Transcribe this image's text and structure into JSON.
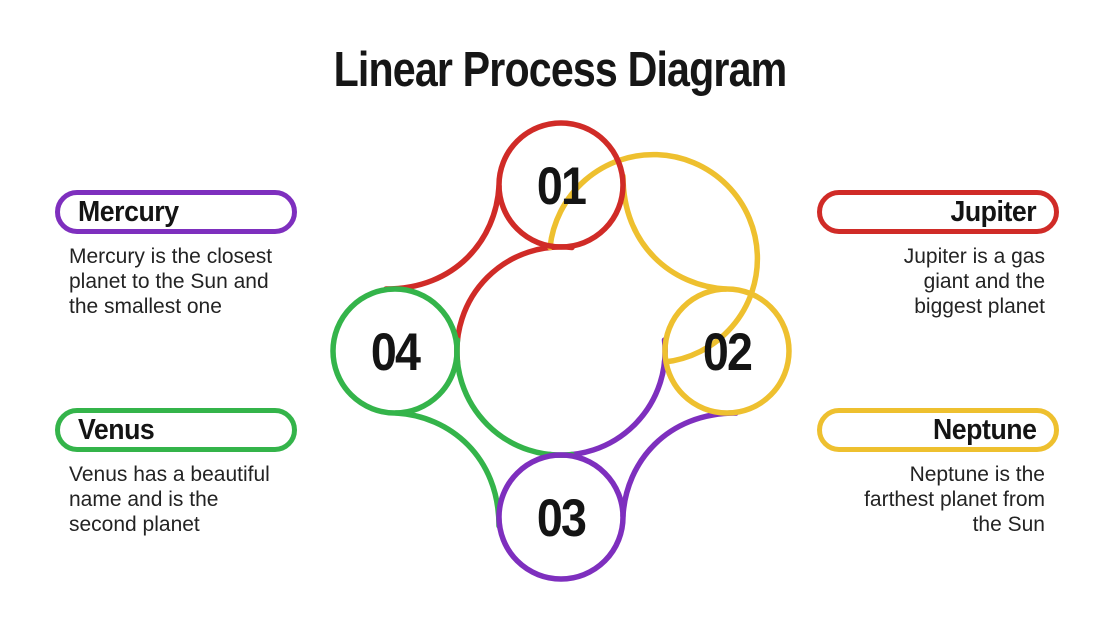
{
  "slide": {
    "title": "Linear Process Diagram",
    "background_color": "#ffffff"
  },
  "nodes": [
    {
      "number": "01",
      "color": "#d02b27"
    },
    {
      "number": "02",
      "color": "#eec02f"
    },
    {
      "number": "03",
      "color": "#7e2fbe"
    },
    {
      "number": "04",
      "color": "#34b44a"
    }
  ],
  "cards": [
    {
      "title": "Mercury",
      "color": "#7e2fbe",
      "side": "left",
      "lines": [
        "Mercury is the closest",
        "planet to the Sun and",
        "the smallest one"
      ]
    },
    {
      "title": "Venus",
      "color": "#34b44a",
      "side": "left",
      "lines": [
        "Venus has a beautiful",
        "name and is the",
        "second planet"
      ]
    },
    {
      "title": "Jupiter",
      "color": "#d02b27",
      "side": "right",
      "lines": [
        "Jupiter is a gas",
        "giant and the",
        "biggest planet"
      ]
    },
    {
      "title": "Neptune",
      "color": "#eec02f",
      "side": "right",
      "lines": [
        "Neptune is the",
        "farthest planet from",
        "the Sun"
      ]
    }
  ]
}
